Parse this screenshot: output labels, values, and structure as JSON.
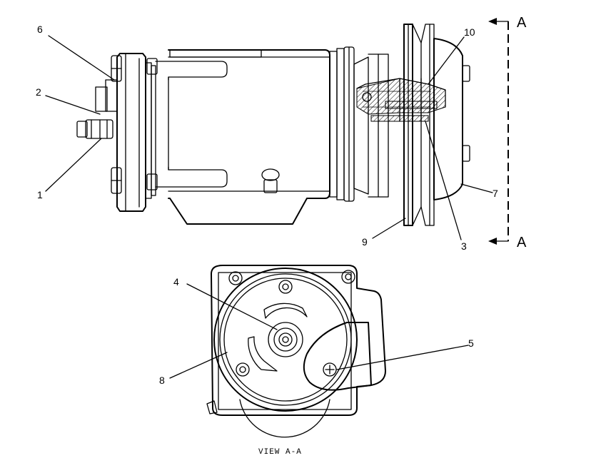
{
  "callouts": {
    "c1": "1",
    "c2": "2",
    "c3": "3",
    "c4": "4",
    "c5": "5",
    "c6": "6",
    "c7": "7",
    "c8": "8",
    "c9": "9",
    "c10": "10"
  },
  "section": {
    "top_letter": "A",
    "bottom_letter": "A"
  },
  "view_caption": "VIEW A-A"
}
